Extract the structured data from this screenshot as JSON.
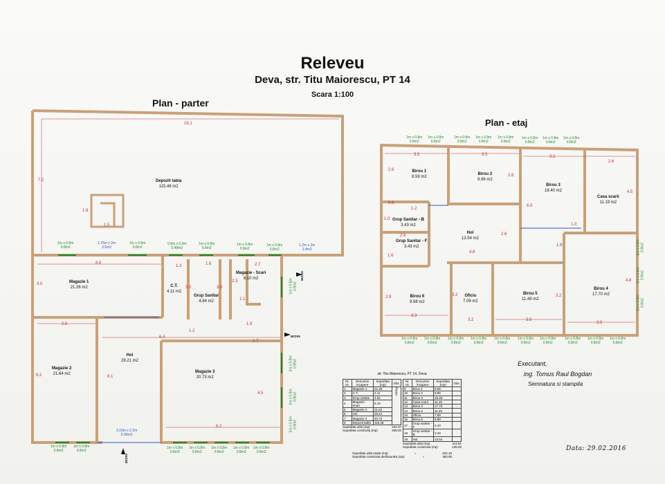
{
  "header": {
    "title": "Releveu",
    "subtitle": "Deva, str. Titu Maiorescu, PT 14",
    "scale": "Scara 1:100"
  },
  "ground_floor": {
    "title": "Plan - parter",
    "rooms": [
      {
        "name": "Depozit tabla",
        "area": "115.48 m2"
      },
      {
        "name": "Magazie 1",
        "area": "21.26 m2"
      },
      {
        "name": "C.T.",
        "area": "4.11 m2"
      },
      {
        "name": "Grup Sanitar",
        "area": "4.84 m2"
      },
      {
        "name": "Magazie - Scari",
        "area": "6.10 m2"
      },
      {
        "name": "Magazie 2",
        "area": "21.64 m2"
      },
      {
        "name": "Hol",
        "area": "29.21 m2"
      },
      {
        "name": "Magazie 3",
        "area": "20.73 m2"
      }
    ],
    "windows": [
      {
        "label": "1m x 0.8m",
        "area": "0.8m2"
      },
      {
        "label": "1.75m x 2m",
        "area": "3.5m2"
      },
      {
        "label": "1m x 0.8m",
        "area": "0.8m2"
      },
      {
        "label": "0.8m x 0.6m",
        "area": "0.48m2"
      },
      {
        "label": "1m x 0.8m",
        "area": "0.8m2"
      },
      {
        "label": "1m x 0.8m",
        "area": "0.8m2"
      },
      {
        "label": "1m x 0.8m",
        "area": "0.8m2"
      },
      {
        "label": "1.2m x 2m",
        "area": "2.4m2"
      },
      {
        "label": "3.15m x 2.2m",
        "area": "6.93m2"
      }
    ],
    "dims": [
      "16.1",
      "7.2",
      "1.8",
      "1.5",
      "8.8",
      "1.3",
      "1.6",
      "2.7",
      "3.0",
      "2.5",
      "6.4",
      "1.2",
      "2.7",
      "6.1",
      "6.2",
      "4.5",
      "6.2",
      "3.0",
      "3.0",
      "2.3",
      "1.1",
      "1.9"
    ],
    "access": "acces"
  },
  "upper_floor": {
    "title": "Plan - etaj",
    "rooms": [
      {
        "name": "Birou 1",
        "area": "8.59 m2"
      },
      {
        "name": "Birou 2",
        "area": "9.96 m2"
      },
      {
        "name": "Birou 3",
        "area": "18.40 m2"
      },
      {
        "name": "Casa scarii",
        "area": "11.19 m2"
      },
      {
        "name": "Grup Sanitar - B",
        "area": "3.43 m2"
      },
      {
        "name": "Hol",
        "area": "13.54 m2"
      },
      {
        "name": "Grup Sanitar - F",
        "area": "3.43 m2"
      },
      {
        "name": "Birou 6",
        "area": "9.98 m2"
      },
      {
        "name": "Oficiu",
        "area": "7.09 m2"
      },
      {
        "name": "Birou 5",
        "area": "11.49 m2"
      },
      {
        "name": "Birou 4",
        "area": "17.70 m2"
      }
    ],
    "window_label": "1m x 0.8m",
    "window_area": "0.8m2",
    "dims": [
      "3.5",
      "3.5",
      "3.3",
      "2.6",
      "2.6",
      "2.6",
      "6.0",
      "2.6",
      "4.5",
      "0.9",
      "1.2",
      "1.0",
      "1.0",
      "2.6",
      "1.6",
      "4.8",
      "3.2",
      "1.8",
      "2.8",
      "3.3",
      "3.2",
      "3.2",
      "3.5",
      "3.9",
      "4.8",
      "3.2"
    ]
  },
  "table": {
    "title": "str. Titu Maiorescu, PT 14, Deva",
    "headers": [
      "Nr. crt.",
      "Denumire incapere",
      "Suprafata (mp)",
      "Obs."
    ],
    "left_rows": [
      [
        "1",
        "Magazie 1",
        "21.26"
      ],
      [
        "2",
        "C.T.",
        "4.11"
      ],
      [
        "3",
        "Grup sanitar",
        "4.84"
      ],
      [
        "4",
        "Magazie - Scari",
        "6.10"
      ],
      [
        "5",
        "Magazie 2",
        "21.64"
      ],
      [
        "6",
        "Hol",
        "29.21"
      ],
      [
        "7",
        "Magazie 3",
        "20.73"
      ],
      [
        "8",
        "Depozit tabla",
        "115.48"
      ]
    ],
    "left_obs": "Parter",
    "left_sum_util": [
      "Suprafata utila (mp)",
      "223.37"
    ],
    "left_sum_constr": [
      "Suprafata construita (mp)",
      "258.00"
    ],
    "right_rows": [
      [
        "9",
        "Birou 1",
        "8.59"
      ],
      [
        "10",
        "Birou 2",
        "9.96"
      ],
      [
        "11",
        "Birou 3",
        "18.40"
      ],
      [
        "12",
        "Casa scarii",
        "11.19"
      ],
      [
        "13",
        "Birou 4",
        "17.70"
      ],
      [
        "14",
        "Birou 5",
        "11.49"
      ],
      [
        "15",
        "Oficiu",
        "7.09"
      ],
      [
        "16",
        "Birou 6",
        "9.98"
      ],
      [
        "17",
        "Grup sanitar - F",
        "3.43"
      ],
      [
        "18",
        "Grup sanitar - B",
        "3.43"
      ],
      [
        "19",
        "Hol",
        "13.54"
      ]
    ],
    "right_sum_util": [
      "Suprafata utila (mp)",
      "114.81"
    ],
    "right_sum_constr": [
      "Suprafata construita (mp)",
      "135.00"
    ],
    "total_util": [
      "Suprafata utila totala (mp)",
      "=",
      "342.18"
    ],
    "total_constr": [
      "Suprafata construita desfasurata (mp)",
      "=",
      "393.00"
    ]
  },
  "executant": {
    "label": "Executant,",
    "engineer": "ing. Tomus Raul Bogdan",
    "signature": "Semnatura si stampila"
  },
  "date": "Data:  29.02.2016",
  "colors": {
    "wall": "#c9a078",
    "dim": "#c03030",
    "window": "#1d8a2a",
    "window_large": "#2a58c8"
  }
}
